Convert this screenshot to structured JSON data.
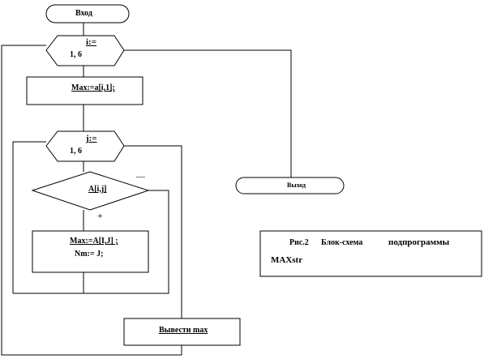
{
  "flowchart": {
    "start_label": "Вход",
    "outer_loop_line1": "i:=",
    "outer_loop_line2": "1, 6",
    "init_max": "Max:=a[i,1];",
    "inner_loop_line1": "j:=",
    "inner_loop_line2": "1, 6",
    "condition": "A[i,j]",
    "branch_no": "—",
    "branch_yes": "+",
    "assign_max": "Max:=A[I,J]   ;",
    "assign_num": "Nm:= J;",
    "output": "Вывести max",
    "end_label": "Выход"
  },
  "caption": {
    "line1_prefix": "Рис.2",
    "line1_mid": "Блок-схема",
    "line1_end": "подпрограммы",
    "line2": "MAXstr"
  }
}
